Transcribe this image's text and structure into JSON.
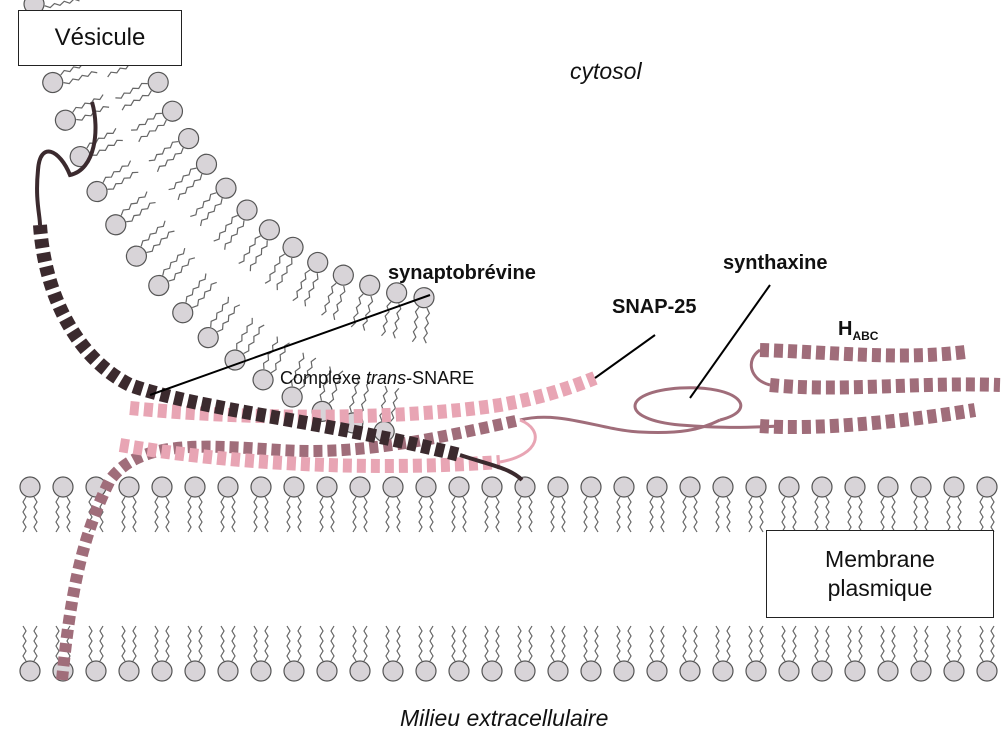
{
  "labels": {
    "vesicule": "Vésicule",
    "cytosol": "cytosol",
    "synaptobrevine": "synaptobrévine",
    "synthaxine": "synthaxine",
    "snap25": "SNAP-25",
    "habc_main": "H",
    "habc_sub": "ABC",
    "complexe_prefix": "Complexe ",
    "complexe_italic": "trans",
    "complexe_suffix": "-SNARE",
    "membrane_line1": "Membrane",
    "membrane_line2": "plasmique",
    "extracellulaire": "Milieu extracellulaire"
  },
  "colors": {
    "lipid_head": "#d8d4d8",
    "lipid_outline": "#555555",
    "tail": "#666666",
    "synaptobrevine": "#3b2a2e",
    "snap25": "#e8a5b4",
    "syntaxin": "#a06d7a",
    "leader": "#000000"
  }
}
